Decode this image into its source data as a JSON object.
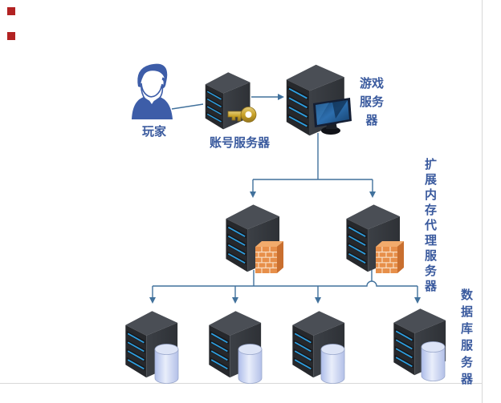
{
  "diagram": {
    "labels": {
      "player": "玩家",
      "account_server": "账号服务器",
      "game_server_lines": [
        "游戏",
        "服务",
        "器"
      ],
      "game_server": "游戏服务器",
      "proxy_server_vertical": "扩展内存代理服务器",
      "database_server_vertical": "数据库服务器"
    },
    "nodes": [
      {
        "id": "player",
        "icon": "person-icon"
      },
      {
        "id": "account-server",
        "icon": "server-tower-icon",
        "badge": "key-icon"
      },
      {
        "id": "game-server",
        "icon": "server-tower-icon",
        "badge": "monitor-icon"
      },
      {
        "id": "proxy-server-left",
        "icon": "server-tower-icon",
        "badge": "firewall-icon"
      },
      {
        "id": "proxy-server-right",
        "icon": "server-tower-icon",
        "badge": "firewall-icon"
      },
      {
        "id": "database-server-1",
        "icon": "server-tower-icon",
        "badge": "database-cylinder-icon"
      },
      {
        "id": "database-server-2",
        "icon": "server-tower-icon",
        "badge": "database-cylinder-icon"
      },
      {
        "id": "database-server-3",
        "icon": "server-tower-icon",
        "badge": "database-cylinder-icon"
      },
      {
        "id": "database-server-4",
        "icon": "server-tower-icon",
        "badge": "database-cylinder-icon"
      }
    ],
    "colors": {
      "label_text": "#3a5a9e",
      "connector": "#41719c",
      "server_front": "#26282c",
      "server_side": "#35383d",
      "server_top": "#4a4e55",
      "led_blue": "#2f9fe0",
      "firewall_orange": "#e78f4a",
      "key_gold": "#c9a227",
      "database_cylinder": "#c3cfee",
      "person_blue": "#3d5da8",
      "marker_red": "#b22222",
      "page_border": "#d8d8d8"
    }
  }
}
